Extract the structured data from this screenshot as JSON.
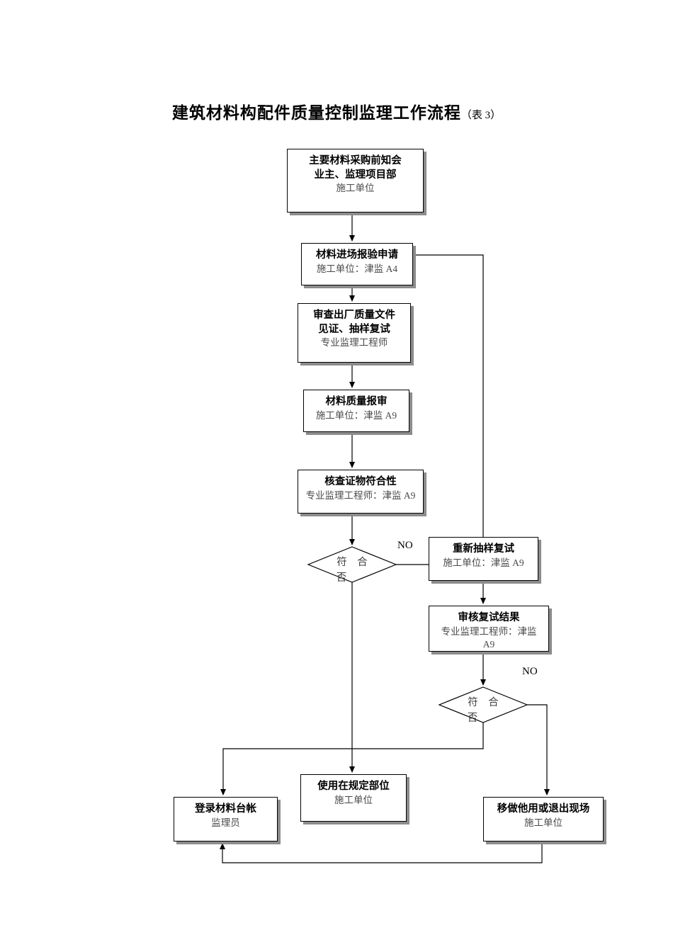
{
  "title": {
    "main": "建筑材料构配件质量控制监理工作流程",
    "suffix": "（表 3）"
  },
  "nodes": {
    "notify": {
      "title": "主要材料采购前知会",
      "title2": "业主、监理项目部",
      "role": "施工单位"
    },
    "entry_report": {
      "title": "材料进场报验申请",
      "role": "施工单位：津监 A4"
    },
    "review_docs": {
      "title": "审查出厂质量文件",
      "title2": "见证、抽样复试",
      "role": "专业监理工程师"
    },
    "quality_report": {
      "title": "材料质量报审",
      "role": "施工单位：津监 A9"
    },
    "verify": {
      "title": "核查证物符合性",
      "role": "专业监理工程师：津监 A9"
    },
    "retest": {
      "title": "重新抽样复试",
      "role": "施工单位：津监 A9"
    },
    "review_retest": {
      "title": "审核复试结果",
      "role": "专业监理工程师：津监\nA9"
    },
    "use": {
      "title": "使用在规定部位",
      "role": "施工单位"
    },
    "ledger": {
      "title": "登录材料台帐",
      "role": "监理员"
    },
    "remove": {
      "title": "移做他用或退出现场",
      "role": "施工单位"
    }
  },
  "decisions": {
    "decision1": {
      "label": "符　合",
      "no_char": "否"
    },
    "decision2": {
      "label": "符　合",
      "no_char": "否"
    }
  },
  "edge_labels": {
    "no_top": "NO",
    "no_bottom": "NO"
  }
}
